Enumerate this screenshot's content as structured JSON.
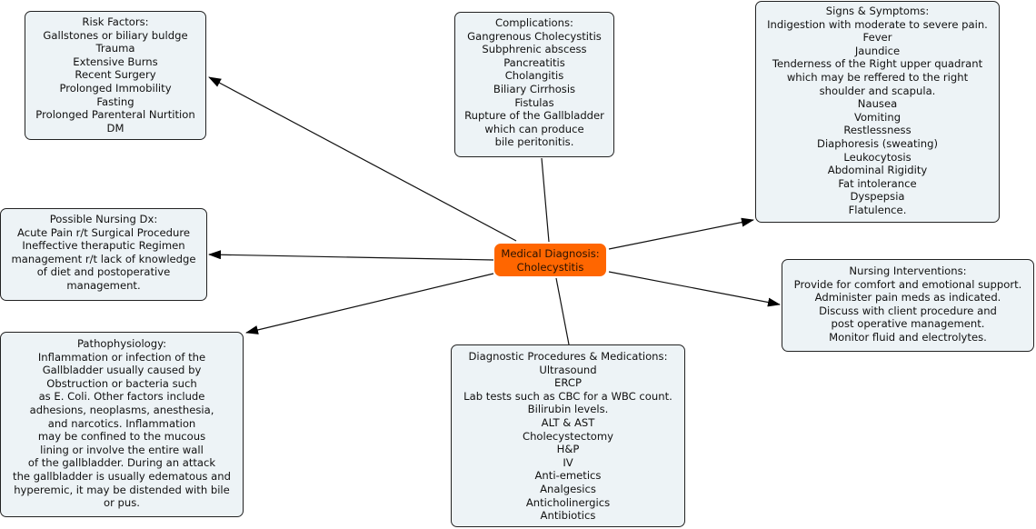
{
  "center": {
    "title": "Medical Diagnosis:",
    "subtitle": "Cholecystitis",
    "color": "#ff6600"
  },
  "nodes": {
    "risk": {
      "title": "Risk Factors:",
      "lines": [
        "Gallstones or biliary buldge",
        "Trauma",
        "Extensive Burns",
        "Recent Surgery",
        "Prolonged Immobility",
        "Fasting",
        "Prolonged Parenteral Nurtition",
        "DM"
      ]
    },
    "complications": {
      "title": "Complications:",
      "lines": [
        "Gangrenous Cholecystitis",
        "Subphrenic abscess",
        "Pancreatitis",
        "Cholangitis",
        "Biliary Cirrhosis",
        "Fistulas",
        "Rupture of the Gallbladder",
        "which can produce",
        "bile peritonitis."
      ]
    },
    "signs": {
      "title": "Signs & Symptoms:",
      "lines": [
        "Indigestion with moderate to severe pain.",
        "Fever",
        "Jaundice",
        "Tenderness of the Right upper quadrant",
        "which may be reffered to the right",
        "shoulder and scapula.",
        "Nausea",
        "Vomiting",
        "Restlessness",
        "Diaphoresis (sweating)",
        "Leukocytosis",
        "Abdominal Rigidity",
        "Fat intolerance",
        "Dyspepsia",
        "Flatulence."
      ]
    },
    "nursing_dx": {
      "title": "Possible Nursing Dx:",
      "lines": [
        "Acute Pain r/t Surgical Procedure",
        "Ineffective theraputic Regimen",
        "management r/t lack of knowledge",
        "of diet and postoperative",
        "management."
      ]
    },
    "interventions": {
      "title": "Nursing Interventions:",
      "lines": [
        "Provide for comfort and emotional support.",
        "Administer pain meds as indicated.",
        "Discuss with client procedure and",
        "post operative management.",
        "Monitor fluid and electrolytes."
      ]
    },
    "patho": {
      "title": "Pathophysiology:",
      "lines": [
        "Inflammation or infection of the",
        "Gallbladder usually caused by",
        "Obstruction or bacteria such",
        "as E. Coli.  Other factors include",
        "adhesions, neoplasms, anesthesia,",
        "and narcotics.  Inflammation",
        "may be confined to the mucous",
        "lining or involve the entire wall",
        "of the gallbladder.  During an attack",
        "the gallbladder is usually edematous and",
        "hyperemic, it may be distended with bile",
        "or pus."
      ]
    },
    "diagnostic": {
      "title": "Diagnostic Procedures & Medications:",
      "lines": [
        "Ultrasound",
        "ERCP",
        "Lab tests such as CBC for a WBC count.",
        "Bilirubin levels.",
        "ALT & AST",
        "Cholecystectomy",
        "H&P",
        "IV",
        "Anti-emetics",
        "Analgesics",
        "Anticholinergics",
        "Antibiotics"
      ]
    }
  },
  "links": [
    {
      "from": "center",
      "to": "risk",
      "arrow": true
    },
    {
      "from": "center",
      "to": "complications",
      "arrow": false
    },
    {
      "from": "center",
      "to": "signs",
      "arrow": true
    },
    {
      "from": "center",
      "to": "nursing_dx",
      "arrow": true
    },
    {
      "from": "center",
      "to": "interventions",
      "arrow": true
    },
    {
      "from": "center",
      "to": "patho",
      "arrow": true
    },
    {
      "from": "center",
      "to": "diagnostic",
      "arrow": false
    }
  ]
}
